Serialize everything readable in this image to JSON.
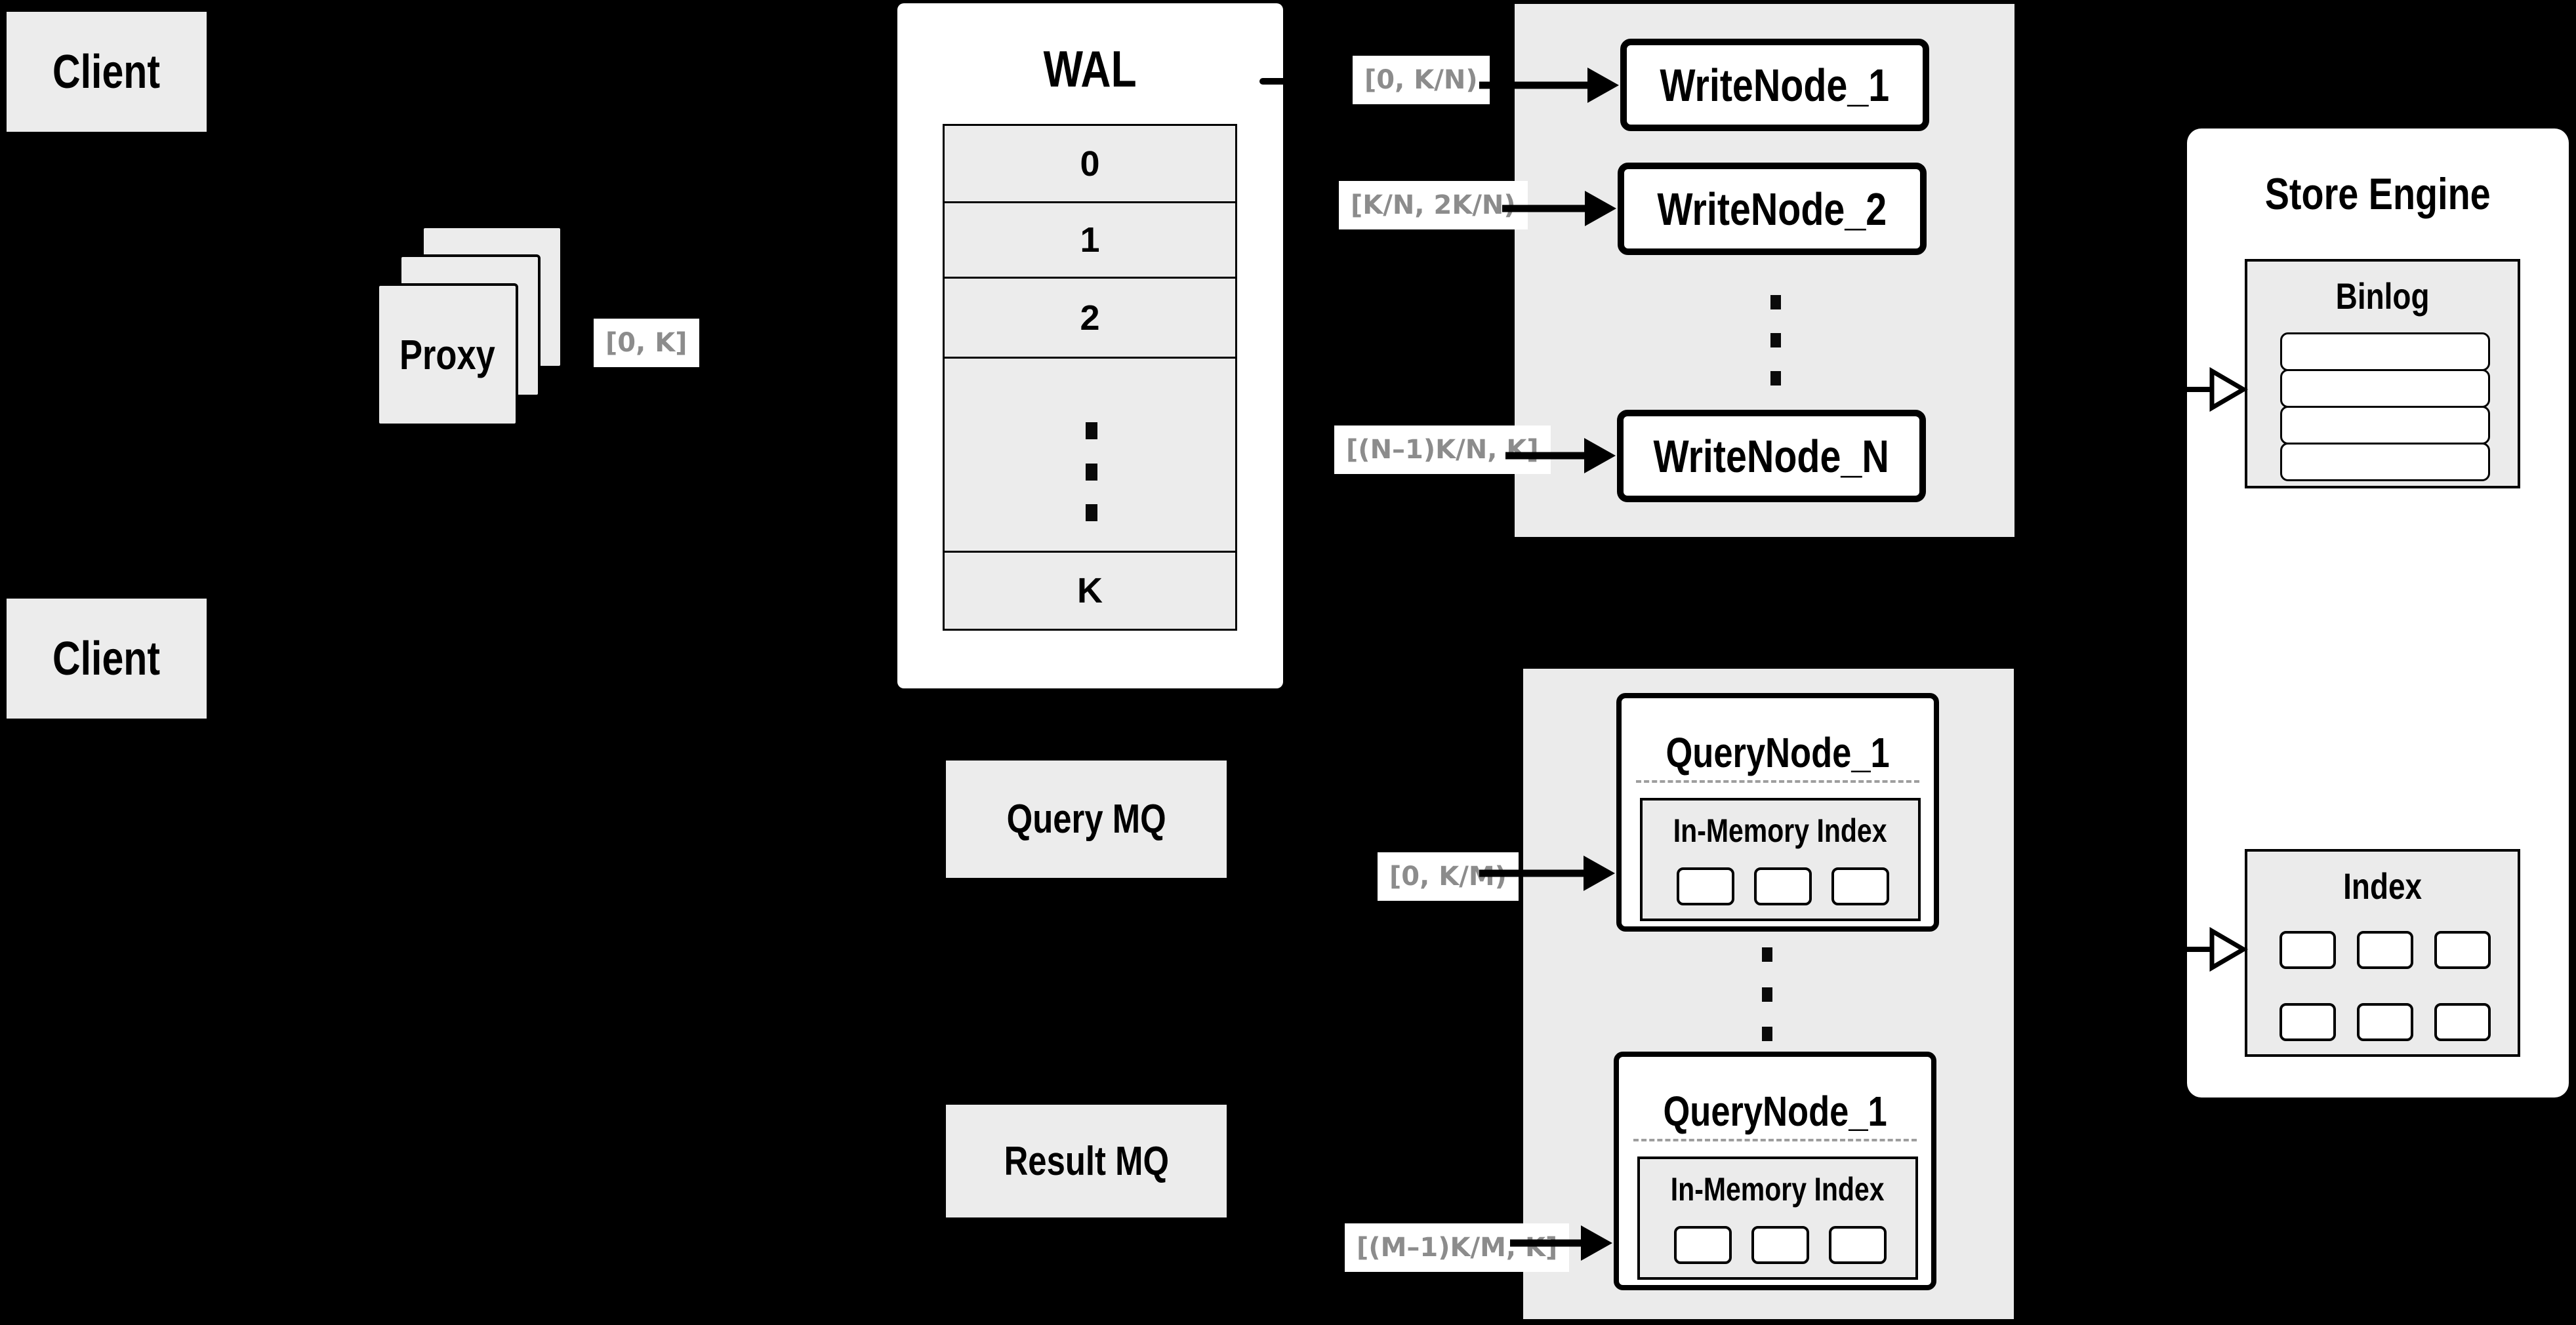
{
  "clients": {
    "top": {
      "label": "Client"
    },
    "bottom": {
      "label": "Client"
    }
  },
  "proxy": {
    "label": "Proxy"
  },
  "wal": {
    "title": "WAL",
    "segments": [
      "0",
      "1",
      "2"
    ],
    "last_segment": "K"
  },
  "range_labels": {
    "proxy_to_wal": "[0, K]",
    "wal_to_write_1": "[0, K/N)",
    "wal_to_write_2": "[K/N, 2K/N)",
    "wal_to_write_n": "[(N–1)K/N, K]",
    "query_mq_to_node": "[0, K/M)",
    "result_mq_to_node": "[(M–1)K/M, K]"
  },
  "write_cluster": {
    "nodes": [
      "WriteNode_1",
      "WriteNode_2",
      "WriteNode_N"
    ]
  },
  "query_cluster": {
    "nodes": [
      {
        "title": "QueryNode_1",
        "inner_title": "In-Memory Index"
      },
      {
        "title": "QueryNode_1",
        "inner_title": "In-Memory Index"
      }
    ]
  },
  "mq": {
    "query": "Query MQ",
    "result": "Result MQ"
  },
  "store_engine": {
    "title": "Store Engine",
    "binlog_title": "Binlog",
    "index_title": "Index"
  },
  "colors": {
    "background": "#000000",
    "panel_white": "#ffffff",
    "block_gray": "#ececec",
    "cluster_gray": "#ebebeb",
    "border_black": "#000000",
    "range_label_text": "#8c8c8c",
    "dashed_divider": "#9e9e9e"
  }
}
